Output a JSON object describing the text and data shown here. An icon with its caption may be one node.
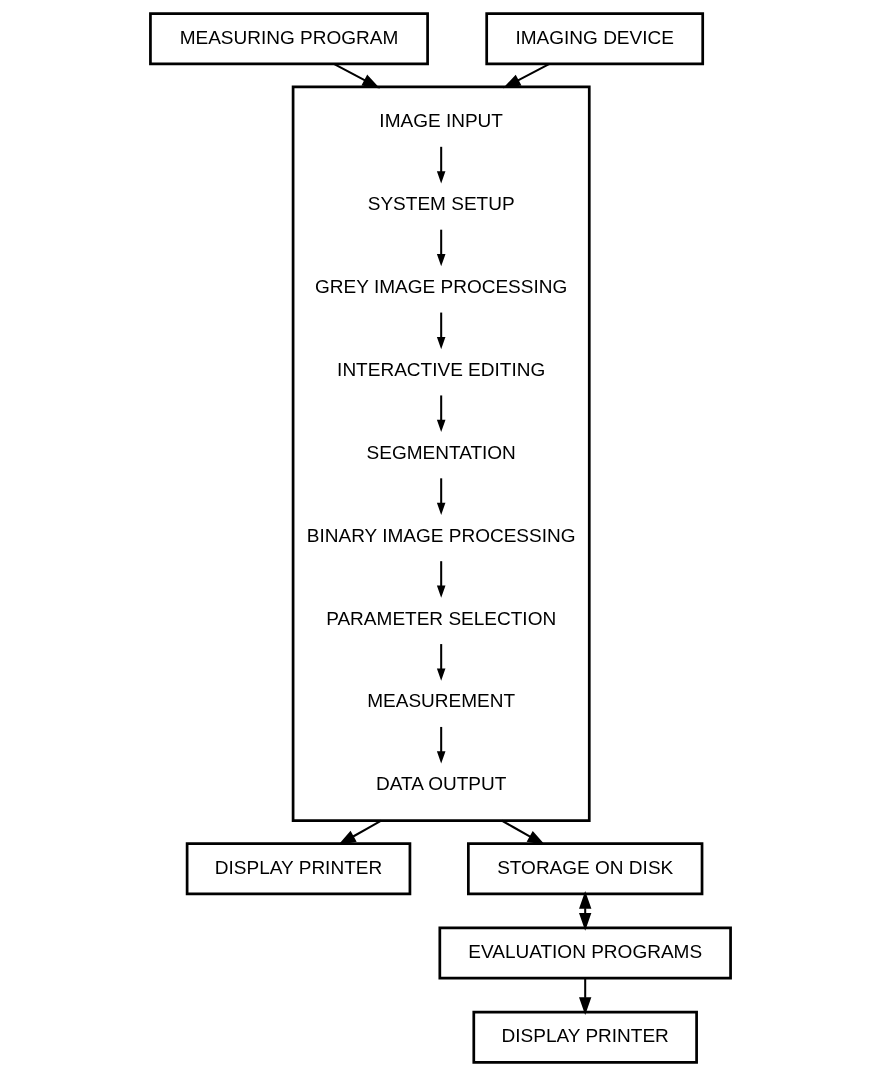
{
  "diagram": {
    "nodes": [
      {
        "text": [
          "MEASURING PROGRAM"
        ]
      },
      {
        "text": [
          "IMAGING DEVICE"
        ]
      },
      {
        "text": [],
        "shape": "box"
      },
      {
        "text": [
          "IMAGE INPUT"
        ],
        "in": 2
      },
      {
        "text": [
          "SYSTEM SETUP"
        ],
        "in": 2
      },
      {
        "text": [
          "GREY IMAGE PROCESSING"
        ],
        "in": 2
      },
      {
        "text": [
          "INTERACTIVE EDITING"
        ],
        "in": 2
      },
      {
        "text": [
          "SEGMENTATION"
        ],
        "in": 2
      },
      {
        "text": [
          "BINARY IMAGE PROCESSING"
        ],
        "in": 2
      },
      {
        "text": [
          "PARAMETER SELECTION"
        ],
        "in": 2
      },
      {
        "text": [
          "MEASUREMENT"
        ],
        "in": 2
      },
      {
        "text": [
          "DATA OUTPUT"
        ],
        "in": 2
      },
      {
        "text": [
          "DISPLAY PRINTER"
        ]
      },
      {
        "text": [
          "STORAGE ON DISK"
        ]
      },
      {
        "text": [
          "EVALUATION PROGRAMS"
        ]
      },
      {
        "text": [
          "DISPLAY PRINTER"
        ]
      }
    ],
    "edges": [
      {
        "from": 0,
        "to": 2,
        "arrow": "to"
      },
      {
        "from": 1,
        "to": 2,
        "arrow": "to"
      },
      {
        "from": 3,
        "to": 4,
        "arrow": "to"
      },
      {
        "from": 4,
        "to": 5,
        "arrow": "to"
      },
      {
        "from": 5,
        "to": 6,
        "arrow": "to"
      },
      {
        "from": 6,
        "to": 7,
        "arrow": "to"
      },
      {
        "from": 7,
        "to": 8,
        "arrow": "to"
      },
      {
        "from": 8,
        "to": 9,
        "arrow": "to"
      },
      {
        "from": 9,
        "to": 10,
        "arrow": "to"
      },
      {
        "from": 10,
        "to": 11,
        "arrow": "to"
      },
      {
        "from": 2,
        "to": 12,
        "arrow": "to"
      },
      {
        "from": 2,
        "to": 13,
        "arrow": "to"
      },
      {
        "from": 13,
        "to": 14,
        "arrow": "both"
      },
      {
        "from": 14,
        "to": 15,
        "arrow": "to"
      }
    ]
  }
}
